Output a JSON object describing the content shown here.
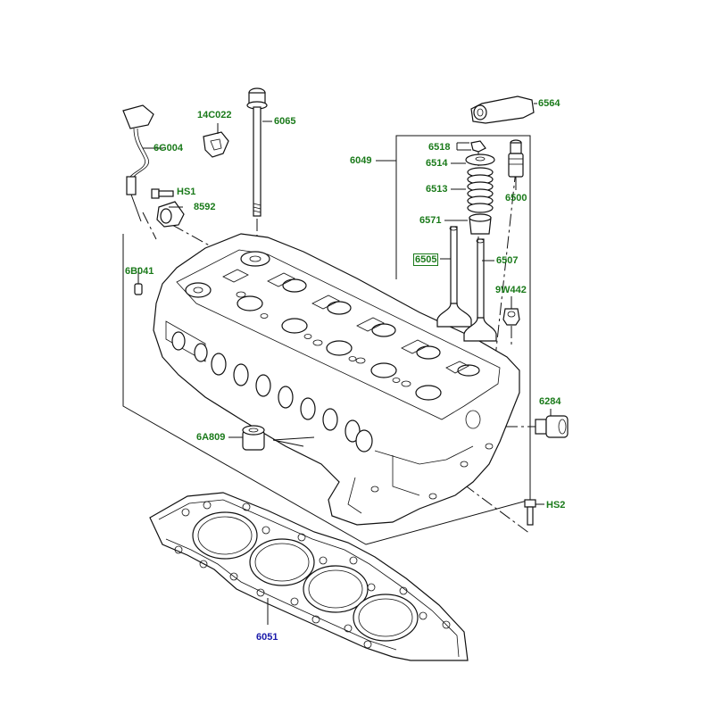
{
  "diagram": {
    "labels": {
      "p14c022": "14C022",
      "p6065": "6065",
      "p6g004": "6G004",
      "hs1": "HS1",
      "p8592": "8592",
      "p6b041": "6B041",
      "p6049": "6049",
      "p6518": "6518",
      "p6514": "6514",
      "p6513": "6513",
      "p6571": "6571",
      "p6505": "6505",
      "p6507": "6507",
      "p6564": "6564",
      "p6500": "6500",
      "p9w442": "9W442",
      "p6284": "6284",
      "p6a809": "6A809",
      "hs2": "HS2",
      "p6051": "6051"
    },
    "colors": {
      "label_green": "#1a7a1a",
      "label_blue": "#1a1aaa",
      "line": "#111111"
    },
    "icons": {
      "cylinder_head": "cylinder-head-casting",
      "gasket": "head-gasket",
      "bolt": "head-bolt",
      "valve": "valve",
      "spring": "valve-spring"
    }
  }
}
